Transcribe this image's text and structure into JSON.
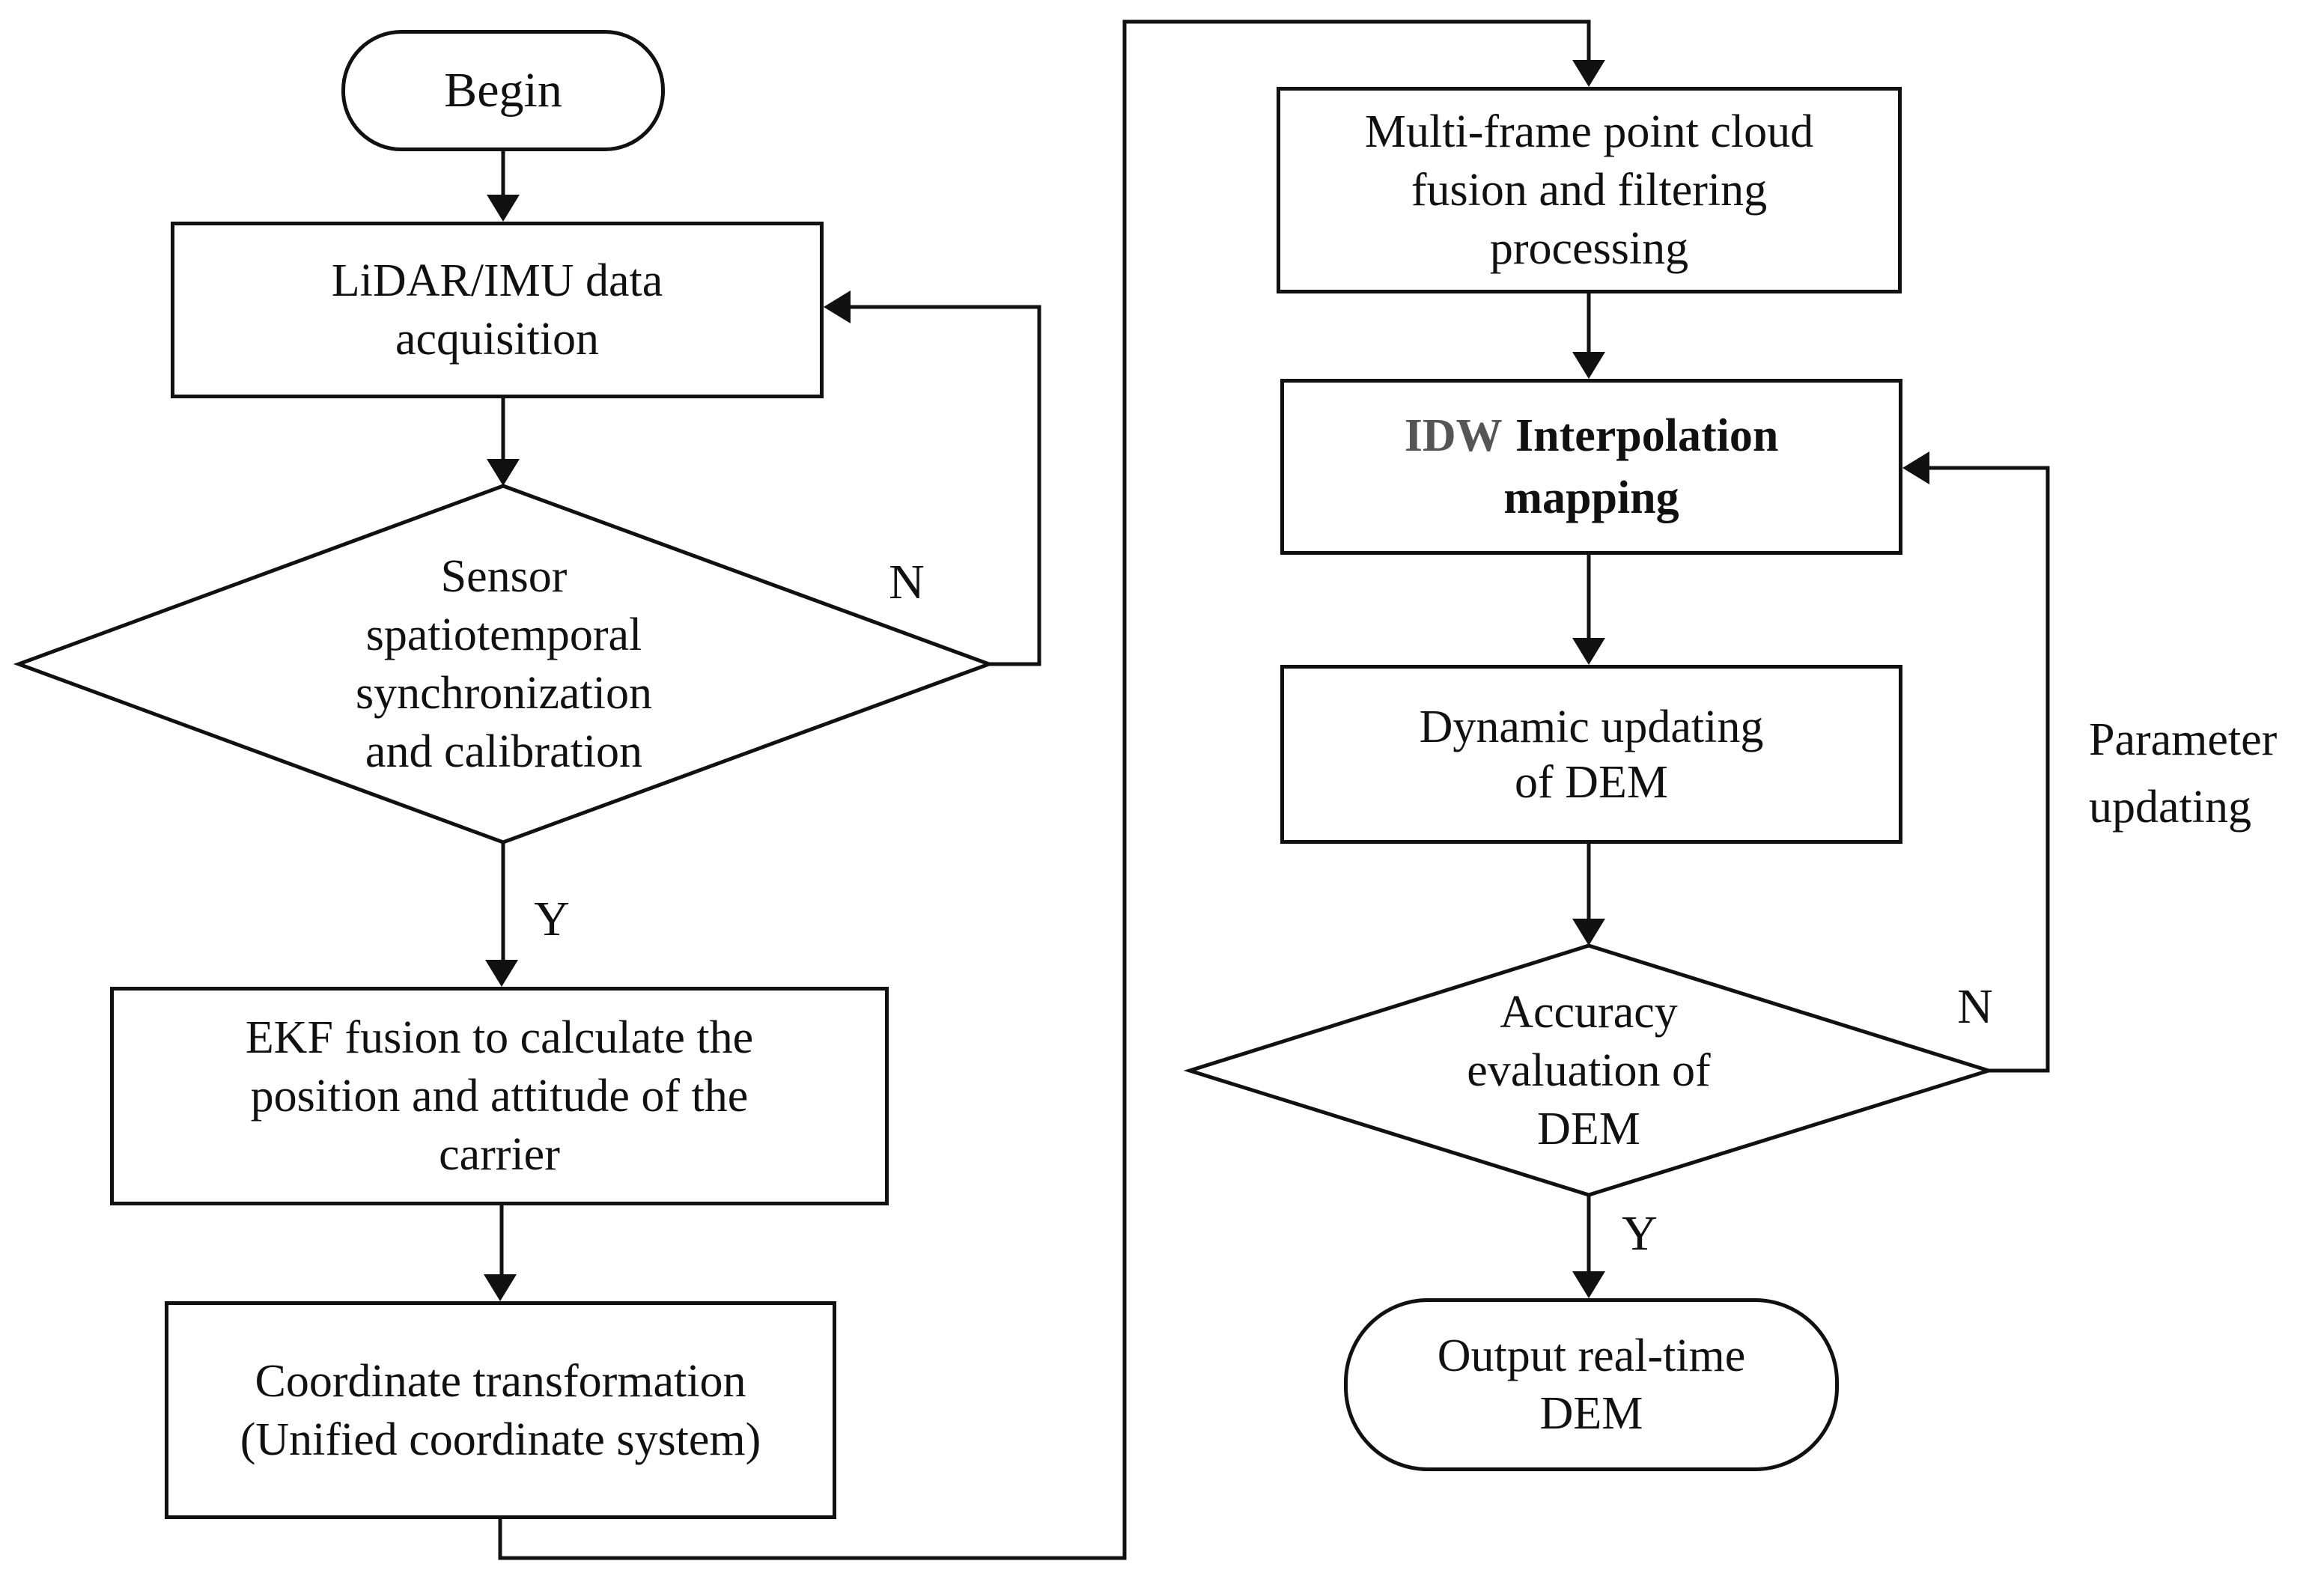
{
  "figure": {
    "background": "#ffffff",
    "line_color": "#111111",
    "idw_keyword_color": "#555555"
  },
  "nodes": {
    "begin": {
      "label": "Begin"
    },
    "lidar": {
      "line1": "LiDAR/IMU data",
      "line2": "acquisition"
    },
    "sensor_diamond": {
      "line1": "Sensor",
      "line2": "spatiotemporal",
      "line3": "synchronization",
      "line4": "and calibration"
    },
    "ekf": {
      "line1": "EKF fusion to calculate the",
      "line2": "position and attitude of the",
      "line3": "carrier"
    },
    "coord": {
      "line1": "Coordinate transformation",
      "line2": "(Unified coordinate system)"
    },
    "multiframe": {
      "line1": "Multi-frame point cloud",
      "line2": "fusion and filtering",
      "line3": "processing"
    },
    "idw": {
      "keyword": "IDW",
      "line1_rest": "Interpolation",
      "line2": "mapping"
    },
    "dynamic": {
      "line1": "Dynamic updating",
      "line2": "of DEM"
    },
    "accuracy_diamond": {
      "line1": "Accuracy",
      "line2": "evaluation of",
      "line3": "DEM"
    },
    "output": {
      "line1": "Output real-time",
      "line2": "DEM"
    }
  },
  "labels": {
    "sensor_no": "N",
    "sensor_yes": "Y",
    "accuracy_no": "N",
    "accuracy_yes": "Y",
    "param_line1": "Parameter",
    "param_line2": "updating"
  }
}
